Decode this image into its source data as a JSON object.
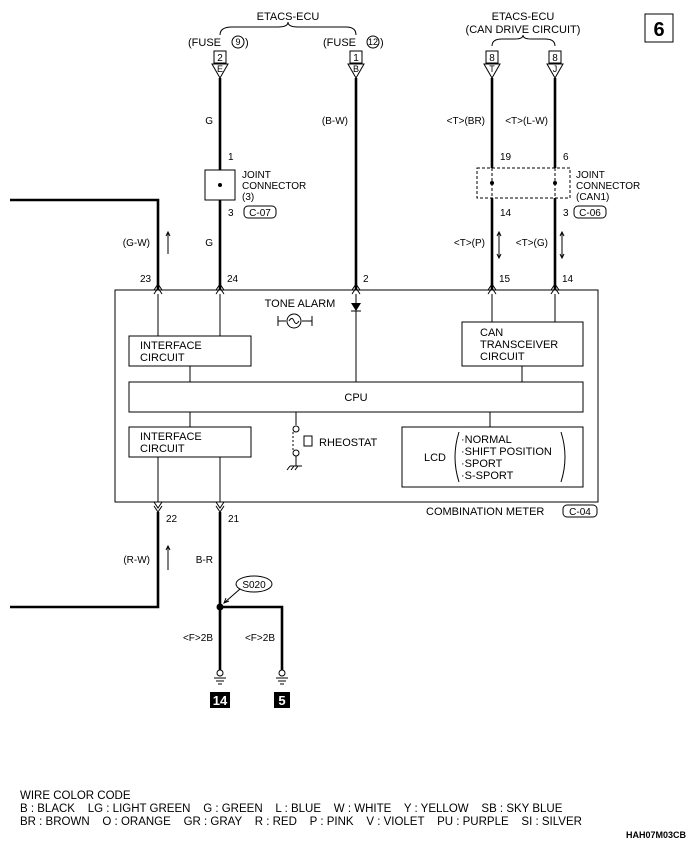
{
  "page_number": "6",
  "etacs_left": {
    "title": "ETACS-ECU",
    "fuse_a": "(FUSE",
    "fuse_a_num": "9",
    "fuse_b": "(FUSE",
    "fuse_b_num": "12",
    "pin_a_num": "2",
    "pin_a_letter": "E",
    "pin_b_num": "1",
    "pin_b_letter": "B"
  },
  "etacs_right": {
    "title": "ETACS-ECU",
    "subtitle": "(CAN DRIVE CIRCUIT)",
    "pin_c_num": "8",
    "pin_c_letter": "T",
    "pin_d_num": "8",
    "pin_d_letter": "J"
  },
  "wires": {
    "g_top": "G",
    "g_mid": "G",
    "b_w": "(B-W)",
    "t_br": "<T>(BR)",
    "t_lw": "<T>(L-W)",
    "g_w": "(G-W)",
    "t_p": "<T>(P)",
    "t_g": "<T>(G)",
    "r_w": "(R-W)",
    "b_r": "B-R",
    "f2b_left": "<F>2B",
    "f2b_right": "<F>2B"
  },
  "pins": {
    "jc3_in": "1",
    "jc3_out": "3",
    "can1_in_a": "19",
    "can1_in_b": "6",
    "can1_out_a": "14",
    "can1_out_b": "3",
    "m23": "23",
    "m24": "24",
    "m2": "2",
    "m15": "15",
    "m14": "14",
    "m22": "22",
    "m21": "21"
  },
  "joint_connector_3": {
    "line1": "JOINT",
    "line2": "CONNECTOR",
    "line3": "(3)",
    "code": "C-07"
  },
  "joint_connector_can1": {
    "line1": "JOINT",
    "line2": "CONNECTOR",
    "line3": "(CAN1)",
    "code": "C-06"
  },
  "meter": {
    "tone_alarm": "TONE ALARM",
    "interface_top_1": "INTERFACE",
    "interface_top_2": "CIRCUIT",
    "interface_bot_1": "INTERFACE",
    "interface_bot_2": "CIRCUIT",
    "can_1": "CAN",
    "can_2": "TRANSCEIVER",
    "can_3": "CIRCUIT",
    "cpu": "CPU",
    "rheostat": "RHEOSTAT",
    "lcd": "LCD",
    "lcd_modes": [
      "·NORMAL",
      "·SHIFT POSITION",
      "·SPORT",
      "·S-SPORT"
    ],
    "name": "COMBINATION METER",
    "code": "C-04"
  },
  "splice": "S020",
  "grounds": {
    "left": "14",
    "right": "5"
  },
  "legend": {
    "title": "WIRE COLOR CODE",
    "line1": "B : BLACK    LG : LIGHT GREEN    G : GREEN    L : BLUE    W : WHITE    Y : YELLOW    SB : SKY BLUE",
    "line2": "BR : BROWN    O : ORANGE    GR : GRAY    R : RED    P : PINK    V : VIOLET    PU : PURPLE    SI : SILVER"
  },
  "drawing_id": "HAH07M03CB"
}
